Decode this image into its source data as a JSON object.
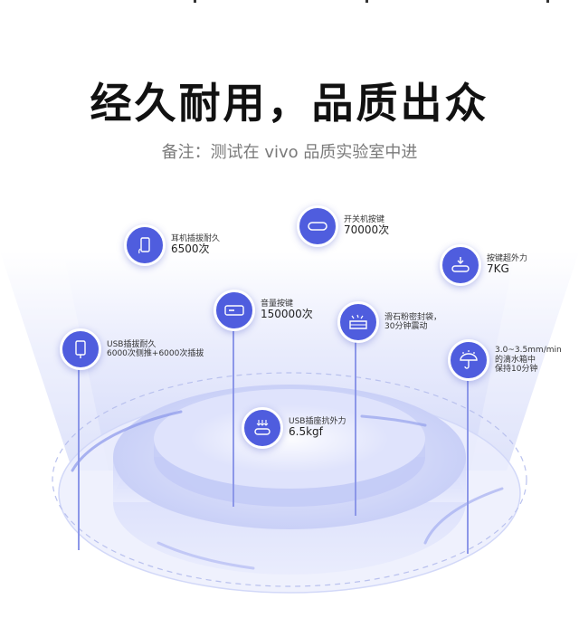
{
  "heading": {
    "title": "经久耐用，品质出众",
    "subtitle": "备注：测试在 vivo 品质实验室中进"
  },
  "features": [
    {
      "key": "earphone",
      "icon": "earphone-phone-icon",
      "line1": "耳机插拔耐久",
      "line2": "6500次"
    },
    {
      "key": "power",
      "icon": "power-button-icon",
      "line1": "开关机按键",
      "line2": "70000次"
    },
    {
      "key": "key-force",
      "icon": "key-press-icon",
      "line1": "按键超外力",
      "line2": "7KG"
    },
    {
      "key": "volume",
      "icon": "volume-button-icon",
      "line1": "音量按键",
      "line2": "150000次"
    },
    {
      "key": "bag",
      "icon": "sealed-bag-icon",
      "line1": "滑石粉密封袋，",
      "line2": "30分钟震动"
    },
    {
      "key": "usb-plug",
      "icon": "usb-phone-icon",
      "line1": "USB插拔耐久",
      "line2": "6000次侧推+6000次插拔"
    },
    {
      "key": "rain",
      "icon": "umbrella-rain-icon",
      "line1": "3.0~3.5mm/min",
      "line2": "的滴水箱中",
      "line3": "保持10分钟"
    },
    {
      "key": "usb-force",
      "icon": "usb-port-icon",
      "line1": "USB插座抗外力",
      "line2": "6.5kgf"
    }
  ],
  "colors": {
    "accent": "#4f5dde",
    "title": "#111111",
    "subtitle": "#7a7a7a"
  }
}
